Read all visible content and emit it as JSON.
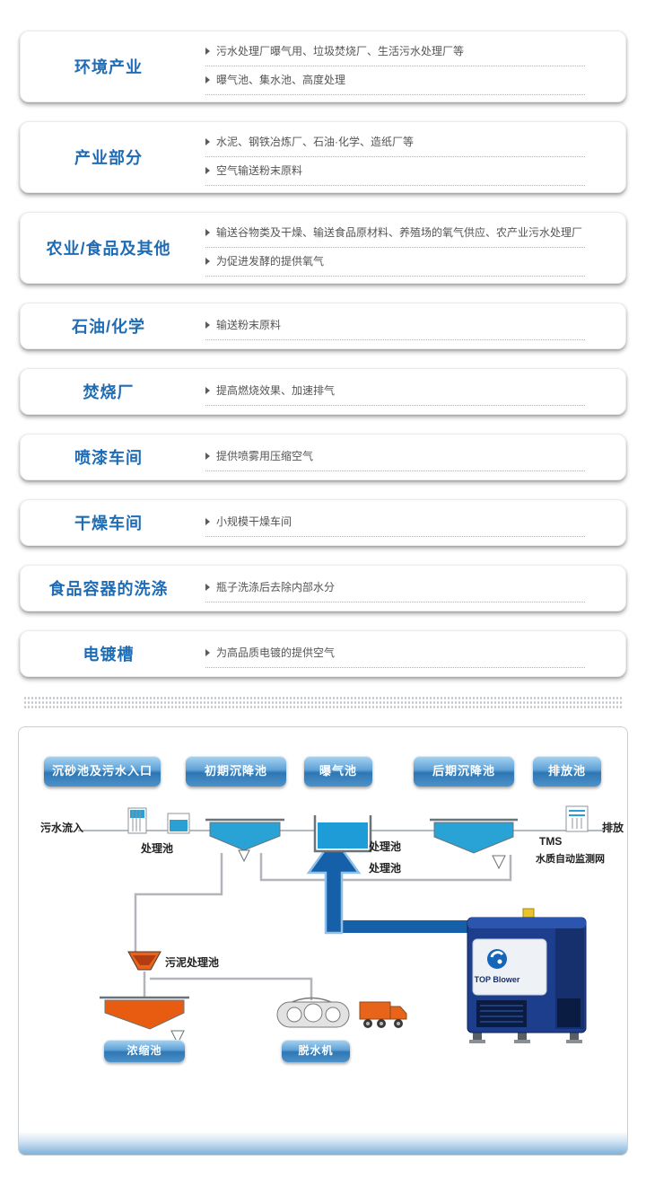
{
  "colors": {
    "title_blue": "#1f6cb5",
    "text_gray": "#555555",
    "stage_button_blue": "#2f77b4",
    "water_blue": "#1e9cd8",
    "air_pipe_blue": "#1560a8",
    "sludge_orange": "#e8641a",
    "blower_navy": "#1d3e8c"
  },
  "cards": [
    {
      "title": "环境产业",
      "items": [
        "污水处理厂曝气用、垃圾焚烧厂、生活污水处理厂等",
        "曝气池、集水池、高度处理"
      ]
    },
    {
      "title": "产业部分",
      "items": [
        "水泥、钢铁冶炼厂、石油·化学、造纸厂等",
        "空气输送粉末原料"
      ]
    },
    {
      "title": "农业/食品及其他",
      "items": [
        "输送谷物类及干燥、输送食品原材料、养殖场的氧气供应、农产业污水处理厂",
        "为促进发酵的提供氧气"
      ]
    },
    {
      "title": "石油/化学",
      "items": [
        "输送粉末原料"
      ]
    },
    {
      "title": "焚烧厂",
      "items": [
        "提高燃烧效果、加速排气"
      ]
    },
    {
      "title": "喷漆车间",
      "items": [
        "提供喷雾用压缩空气"
      ]
    },
    {
      "title": "干燥车间",
      "items": [
        "小规模干燥车间"
      ]
    },
    {
      "title": "食品容器的洗涤",
      "items": [
        "瓶子洗涤后去除内部水分"
      ]
    },
    {
      "title": "电镀槽",
      "items": [
        "为高品质电镀的提供空气"
      ]
    }
  ],
  "diagram": {
    "stages": [
      "沉砂池及污水入口",
      "初期沉降池",
      "曝气池",
      "后期沉降池",
      "排放池"
    ],
    "labels": {
      "inflow": "污水流入",
      "tank1": "处理池",
      "tank2": "处理池",
      "tank3": "处理池",
      "discharge": "排放",
      "tms": "TMS",
      "tms_network": "水质自动监测网",
      "sludge_tank": "污泥处理池",
      "thickener": "浓缩池",
      "dewaterer": "脱水机",
      "blower_brand": "TOP Blower"
    }
  }
}
